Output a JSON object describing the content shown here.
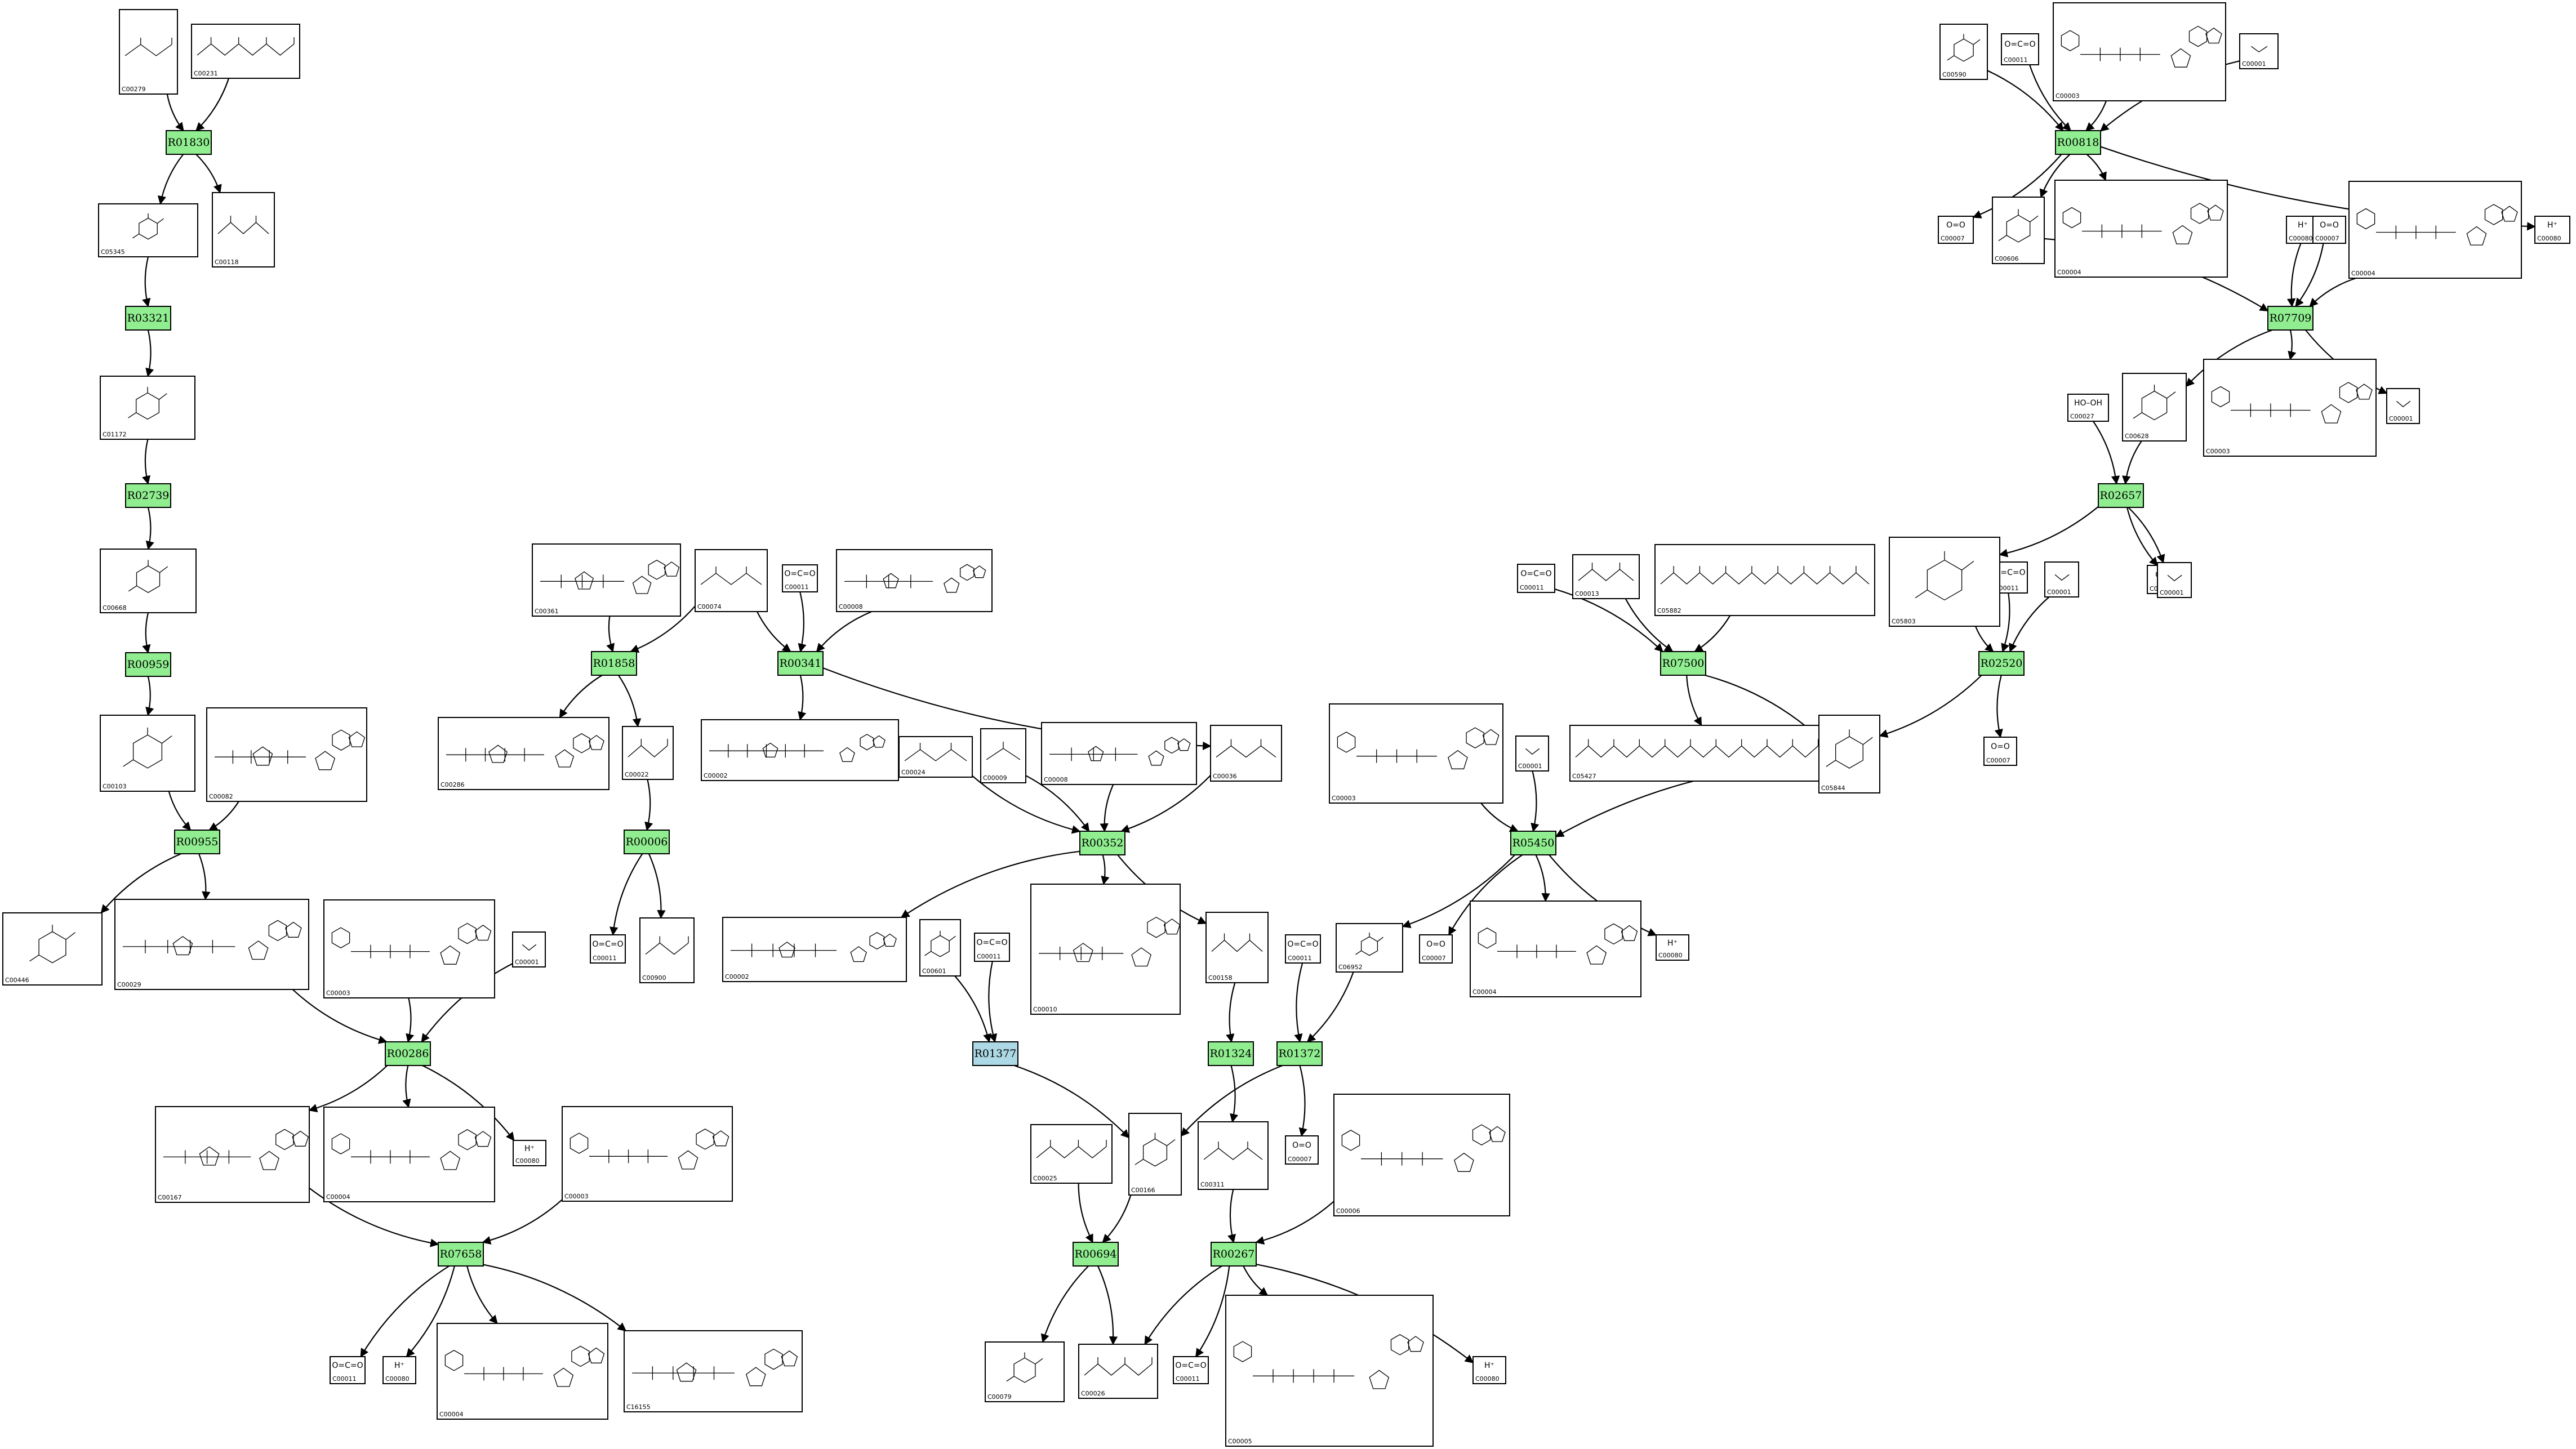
{
  "colors": {
    "reaction_fill": "#90ee90",
    "reaction_highlight_fill": "#add8e6",
    "line": "#000000",
    "box_fill": "#ffffff"
  },
  "reactions": {
    "R01830": {
      "label": "R01830",
      "highlight": false
    },
    "R03321": {
      "label": "R03321",
      "highlight": false
    },
    "R02739": {
      "label": "R02739",
      "highlight": false
    },
    "R00959": {
      "label": "R00959",
      "highlight": false
    },
    "R00955": {
      "label": "R00955",
      "highlight": false
    },
    "R00286": {
      "label": "R00286",
      "highlight": false
    },
    "R07658": {
      "label": "R07658",
      "highlight": false
    },
    "R01858": {
      "label": "R01858",
      "highlight": false
    },
    "R00341": {
      "label": "R00341",
      "highlight": false
    },
    "R00006": {
      "label": "R00006",
      "highlight": false
    },
    "R00352": {
      "label": "R00352",
      "highlight": false
    },
    "R01377": {
      "label": "R01377",
      "highlight": true
    },
    "R01324": {
      "label": "R01324",
      "highlight": false
    },
    "R01372": {
      "label": "R01372",
      "highlight": false
    },
    "R00694": {
      "label": "R00694",
      "highlight": false
    },
    "R00267": {
      "label": "R00267",
      "highlight": false
    },
    "R05450": {
      "label": "R05450",
      "highlight": false
    },
    "R07500": {
      "label": "R07500",
      "highlight": false
    },
    "R02520": {
      "label": "R02520",
      "highlight": false
    },
    "R02657": {
      "label": "R02657",
      "highlight": false
    },
    "R07709": {
      "label": "R07709",
      "highlight": false
    },
    "R00818": {
      "label": "R00818",
      "highlight": false
    }
  },
  "compounds": {
    "c279": {
      "id": "C00279",
      "formula": ""
    },
    "c231": {
      "id": "C00231",
      "formula": ""
    },
    "c5345": {
      "id": "C05345",
      "formula": ""
    },
    "c118": {
      "id": "C00118",
      "formula": ""
    },
    "c1172": {
      "id": "C01172",
      "formula": ""
    },
    "c668": {
      "id": "C00668",
      "formula": ""
    },
    "c103": {
      "id": "C00103",
      "formula": ""
    },
    "c82": {
      "id": "C00082",
      "formula": ""
    },
    "c446": {
      "id": "C00446",
      "formula": ""
    },
    "c29": {
      "id": "C00029",
      "formula": ""
    },
    "c3a": {
      "id": "C00003",
      "formula": ""
    },
    "c1a": {
      "id": "C00001",
      "formula": ""
    },
    "c4a": {
      "id": "C00004",
      "formula": ""
    },
    "c167": {
      "id": "C00167",
      "formula": ""
    },
    "c80a": {
      "id": "C00080",
      "formula": "H⁺"
    },
    "c3b": {
      "id": "C00003",
      "formula": ""
    },
    "c11a": {
      "id": "C00011",
      "formula": "O=C=O"
    },
    "c80b": {
      "id": "C00080",
      "formula": "H⁺"
    },
    "c4b": {
      "id": "C00004",
      "formula": ""
    },
    "c16155": {
      "id": "C16155",
      "formula": ""
    },
    "c361": {
      "id": "C00361",
      "formula": ""
    },
    "c74": {
      "id": "C00074",
      "formula": ""
    },
    "c11b": {
      "id": "C00011",
      "formula": "O=C=O"
    },
    "c8a": {
      "id": "C00008",
      "formula": ""
    },
    "c286": {
      "id": "C00286",
      "formula": ""
    },
    "c22": {
      "id": "C00022",
      "formula": ""
    },
    "c2a": {
      "id": "C00002",
      "formula": ""
    },
    "c36": {
      "id": "C00036",
      "formula": ""
    },
    "c11c": {
      "id": "C00011",
      "formula": "O=C=O"
    },
    "c900": {
      "id": "C00900",
      "formula": ""
    },
    "c24": {
      "id": "C00024",
      "formula": ""
    },
    "c9": {
      "id": "C00009",
      "formula": ""
    },
    "c8b": {
      "id": "C00008",
      "formula": ""
    },
    "c2b": {
      "id": "C00002",
      "formula": ""
    },
    "c10": {
      "id": "C00010",
      "formula": ""
    },
    "c158": {
      "id": "C00158",
      "formula": ""
    },
    "c601": {
      "id": "C00601",
      "formula": ""
    },
    "c11d": {
      "id": "C00011",
      "formula": "O=C=O"
    },
    "c11e": {
      "id": "C00011",
      "formula": "O=C=O"
    },
    "c6952": {
      "id": "C06952",
      "formula": ""
    },
    "c7a": {
      "id": "C00007",
      "formula": "O=O"
    },
    "c311": {
      "id": "C00311",
      "formula": ""
    },
    "c25": {
      "id": "C00025",
      "formula": ""
    },
    "c166": {
      "id": "C00166",
      "formula": ""
    },
    "c6": {
      "id": "C00006",
      "formula": ""
    },
    "c79": {
      "id": "C00079",
      "formula": ""
    },
    "c26": {
      "id": "C00026",
      "formula": ""
    },
    "c11f": {
      "id": "C00011",
      "formula": "O=C=O"
    },
    "c5": {
      "id": "C00005",
      "formula": ""
    },
    "c80c": {
      "id": "C00080",
      "formula": "H⁺"
    },
    "c3c": {
      "id": "C00003",
      "formula": ""
    },
    "c1b": {
      "id": "C00001",
      "formula": ""
    },
    "c4c": {
      "id": "C00004",
      "formula": ""
    },
    "c7b": {
      "id": "C00007",
      "formula": "O=O"
    },
    "c80d": {
      "id": "C00080",
      "formula": "H⁺"
    },
    "c11g": {
      "id": "C00011",
      "formula": "O=C=O"
    },
    "c13": {
      "id": "C00013",
      "formula": ""
    },
    "c5882": {
      "id": "C05882",
      "formula": ""
    },
    "c5427": {
      "id": "C05427",
      "formula": ""
    },
    "c5844": {
      "id": "C05844",
      "formula": ""
    },
    "c11h": {
      "id": "C00011",
      "formula": "O=C=O"
    },
    "c1c": {
      "id": "C00001",
      "formula": ""
    },
    "c5803": {
      "id": "C05803",
      "formula": ""
    },
    "c7c": {
      "id": "C00007",
      "formula": "O=O"
    },
    "c7d": {
      "id": "C00007",
      "formula": "O=O"
    },
    "c1d": {
      "id": "C00001",
      "formula": ""
    },
    "c27": {
      "id": "C00027",
      "formula": "HO–OH"
    },
    "c628": {
      "id": "C00628",
      "formula": ""
    },
    "c3d": {
      "id": "C00003",
      "formula": ""
    },
    "c1e": {
      "id": "C00001",
      "formula": ""
    },
    "c80e": {
      "id": "C00080",
      "formula": "H⁺"
    },
    "c7e": {
      "id": "C00007",
      "formula": "O=O"
    },
    "c4d": {
      "id": "C00004",
      "formula": ""
    },
    "c4e": {
      "id": "C00004",
      "formula": ""
    },
    "c606": {
      "id": "C00606",
      "formula": ""
    },
    "c7f": {
      "id": "C00007",
      "formula": "O=O"
    },
    "c80f": {
      "id": "C00080",
      "formula": "H⁺"
    },
    "c590": {
      "id": "C00590",
      "formula": ""
    },
    "c11i": {
      "id": "C00011",
      "formula": "O=C=O"
    },
    "c3e": {
      "id": "C00003",
      "formula": ""
    },
    "c1f": {
      "id": "C00001",
      "formula": ""
    }
  }
}
